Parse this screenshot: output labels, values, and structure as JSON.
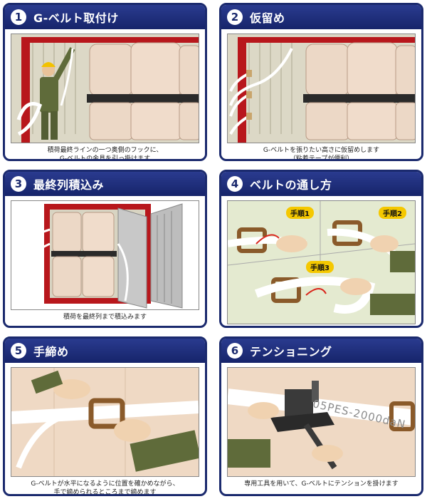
{
  "panels": [
    {
      "number": "1",
      "title": "G-ベルト取付け",
      "caption": [
        "積荷最終ラインの一つ奥側のフックに、",
        "G-ベルトの金具を引っ掛けます"
      ]
    },
    {
      "number": "2",
      "title": "仮留め",
      "caption": [
        "G-ベルトを張りたい高さに仮留めします",
        "（粘着テープが便利）"
      ]
    },
    {
      "number": "3",
      "title": "最終列積込み",
      "caption": [
        "積荷を最終列まで積込みます"
      ]
    },
    {
      "number": "4",
      "title": "ベルトの通し方",
      "caption": [],
      "tags": [
        "手順1",
        "手順2",
        "手順3"
      ]
    },
    {
      "number": "5",
      "title": "手締め",
      "caption": [
        "G-ベルトが水平になるように位置を確かめながら、",
        "手で締められるところまで締めます"
      ]
    },
    {
      "number": "6",
      "title": "テンショニング",
      "caption": [
        "専用工具を用いて、G-ベルトにテンションを掛けます"
      ],
      "belt_print": "05PES-2000daN"
    }
  ],
  "colors": {
    "header": "#1b2a6e",
    "container_red": "#b8171c",
    "cargo": "#e9d3c0",
    "pallet": "#2a2a2a",
    "worker": "#5f6b3a",
    "tag": "#f5c800"
  }
}
